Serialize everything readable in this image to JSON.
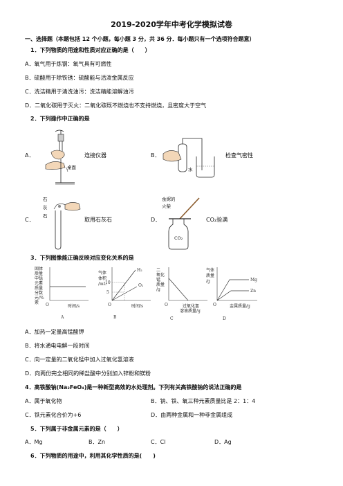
{
  "title": "2019-2020学年中考化学模拟试卷",
  "section1": "一、选择题（本题包括 12 个小题，每小题 3 分，共 36 分．每小题只有一个选项符合题意）",
  "q1": {
    "stem": "1．下列物质的用途和性质对应正确的是（　　）",
    "options": [
      "A．氧气用于炼钢：氧气具有可燃性",
      "B．硫酸用于除铁锈：硫酸能与活泼金属反应",
      "C．洗洁精用于清洗油污：洗洁精能溶解油污",
      "D．二氧化碳用于灭火：二氧化碳既不燃烧也不支持燃烧，且密度大于空气"
    ]
  },
  "q2": {
    "stem": "2．下列操作中正确的是",
    "a_letter": "A．",
    "a_label": "连接仪器",
    "a_fig_text": "桌面",
    "b_letter": "B．",
    "b_label": "检查气密性",
    "b_fig_text": "水",
    "c_letter": "C．",
    "c_label": "取用石灰石",
    "c_fig_text": [
      "石",
      "灰",
      "石"
    ],
    "d_letter": "D．",
    "d_label": "CO₂验满",
    "d_fig_text": [
      "余烬的",
      "火柴"
    ],
    "d_bottle": "CO₂"
  },
  "q3": {
    "stem": "3．下列图像能正确反映对应变化关系的是",
    "graphs": {
      "a": {
        "ylabel": [
          "固体",
          "质量",
          "中锰",
          "元素",
          "质量",
          "分数",
          "元/%",
          "素"
        ],
        "xlabel": "时间/s",
        "origin": "O",
        "letter": "A"
      },
      "b": {
        "ylabel": [
          "气体",
          "体积",
          "/mL"
        ],
        "xlabel": "时间/s",
        "origin": "O",
        "letter": "B",
        "ticks": [
          "10",
          "5"
        ],
        "series": [
          "H₂",
          "O₂"
        ]
      },
      "c": {
        "ylabel": [
          "二",
          "氧化",
          "锰",
          "质量",
          "/g"
        ],
        "xlabel": [
          "过氧化氢",
          "溶液质量/g"
        ],
        "origin": "O",
        "letter": "C"
      },
      "d": {
        "ylabel": [
          "气体",
          "质量",
          "/g"
        ],
        "xlabel": "金属质量/g",
        "origin": "O",
        "letter": "D",
        "series": [
          "Mg",
          "Zn"
        ]
      }
    },
    "options": [
      "A．加热一定量高锰酸钾",
      "B．将水通电电解一段时间",
      "C．向一定量的二氧化锰中加入过氧化氢溶液",
      "D．向两份完全相同的稀盐酸中分别加入锌粉和镁粉"
    ]
  },
  "q4": {
    "stem": "4．高铁酸钠(Na₂FeO₄)是一种新型高效的水处理剂。下列有关高铁酸钠的说法正确的是",
    "options": [
      "A．属于氧化物",
      "B．钠、铁、氧三种元素质量比是 2：1：4",
      "C．铁元素化合价为+6",
      "D．由两种金属和一种非金属组成"
    ]
  },
  "q5": {
    "stem": "5．下列属于非金属元素的是（　　）",
    "options": [
      "A．Mg",
      "B．Zn",
      "C．Cl",
      "D．Ag"
    ]
  },
  "q6": {
    "stem": "6．下列物质的用途中，利用其化学性质的是(　　)"
  }
}
